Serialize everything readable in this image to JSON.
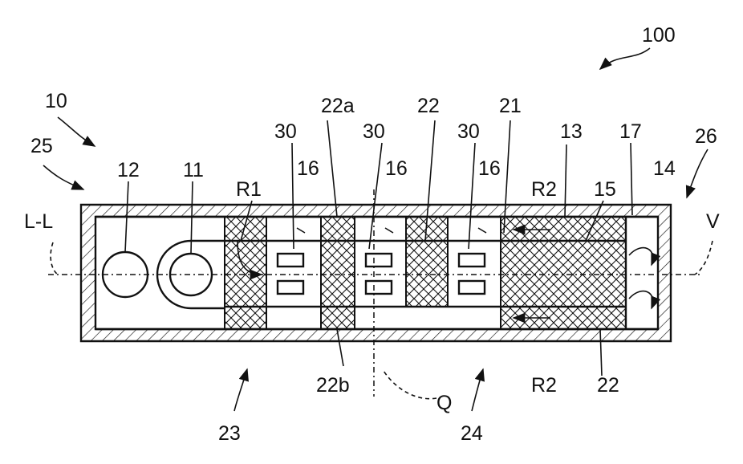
{
  "figure": {
    "colors": {
      "ink": "#111111",
      "paper": "#ffffff"
    },
    "labels": {
      "ref_100": "100",
      "ref_10": "10",
      "ref_25": "25",
      "ref_26": "26",
      "ref_23": "23",
      "ref_24": "24",
      "ref_12": "12",
      "ref_11": "11",
      "R1": "R1",
      "ref_30_a": "30",
      "ref_30_b": "30",
      "ref_30_c": "30",
      "ref_16_a": "16",
      "ref_16_b": "16",
      "ref_16_c": "16",
      "ref_22a": "22a",
      "ref_22b": "22b",
      "ref_22_top": "22",
      "ref_22_bottom": "22",
      "ref_21": "21",
      "R2_top": "R2",
      "R2_bottom": "R2",
      "ref_13": "13",
      "ref_15": "15",
      "ref_17": "17",
      "ref_14": "14",
      "axis_LL": "L-L",
      "axis_V": "V",
      "axis_Q": "Q"
    }
  }
}
